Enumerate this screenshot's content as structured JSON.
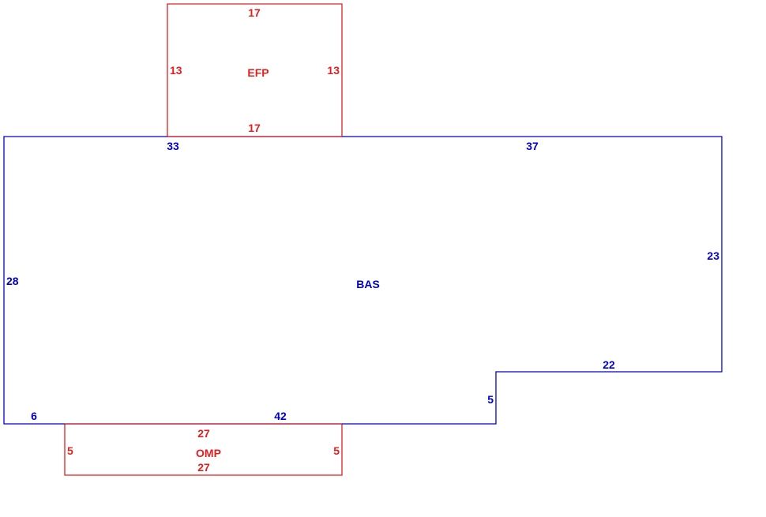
{
  "colors": {
    "main": "#0000cc",
    "addon": "#e02020",
    "background": "#ffffff"
  },
  "areas": {
    "bas": {
      "label": "BAS",
      "dims": {
        "top_left": "33",
        "top_right": "37",
        "left": "28",
        "right": "23",
        "step_top": "22",
        "step_side": "5",
        "bottom_left": "6",
        "bottom_mid": "42"
      }
    },
    "efp": {
      "label": "EFP",
      "dims": {
        "top": "17",
        "left": "13",
        "right": "13",
        "bottom": "17"
      }
    },
    "omp": {
      "label": "OMP",
      "dims": {
        "top": "27",
        "left": "5",
        "right": "5",
        "bottom": "27"
      }
    }
  }
}
